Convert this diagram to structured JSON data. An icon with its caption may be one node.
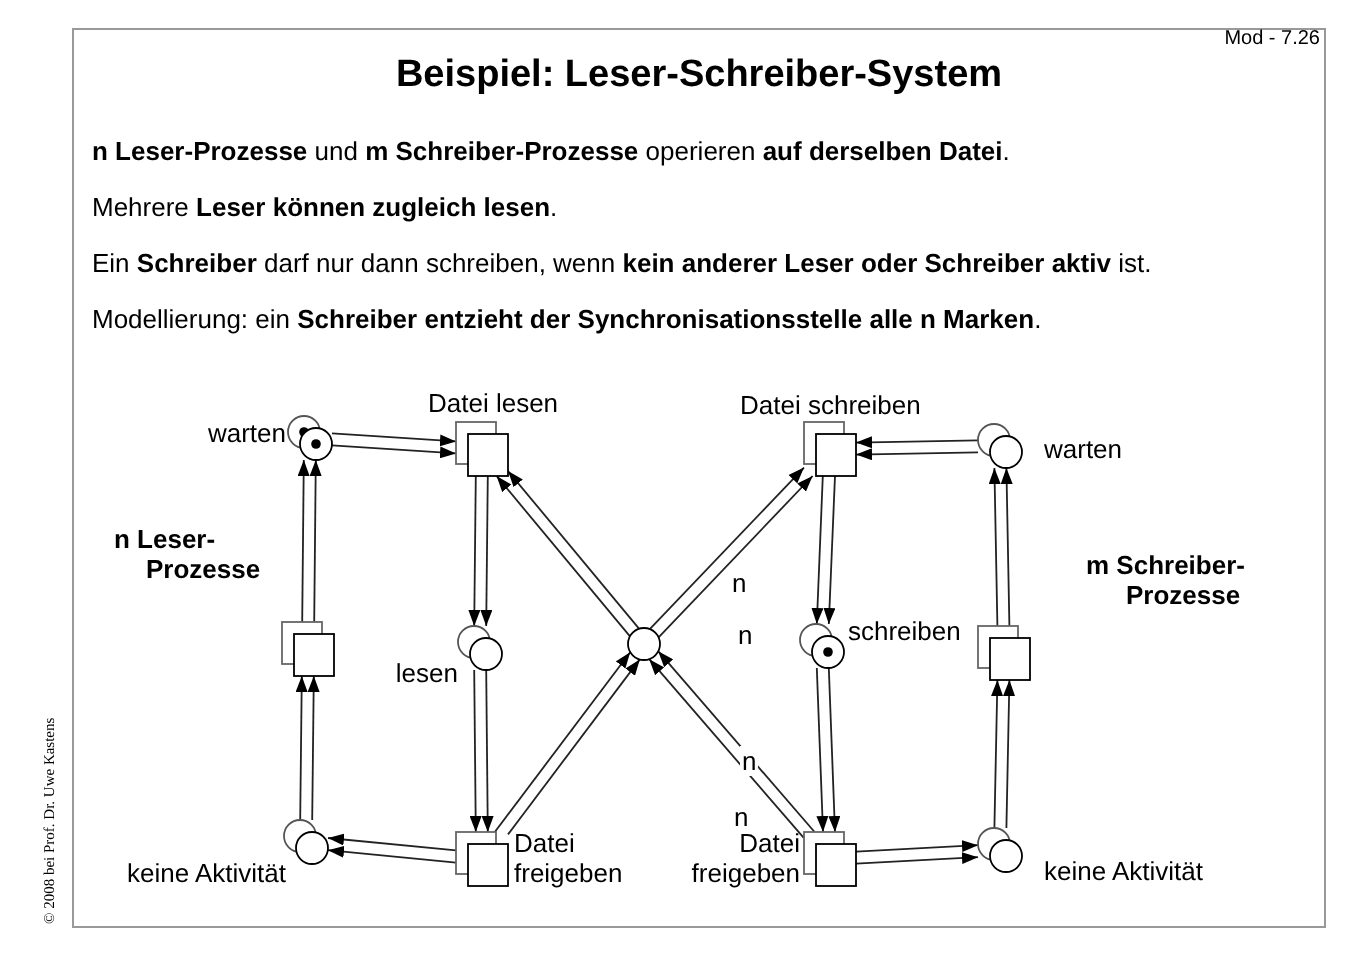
{
  "diagram": {
    "title": "Beispiel: Leser-Schreiber-System",
    "nodes": [
      {
        "text": [
          "warten"
        ]
      },
      {
        "text": [
          "Datei lesen"
        ]
      },
      {
        "text": [
          "lesen"
        ]
      },
      {
        "text": [
          "Datei freigeben"
        ]
      },
      {
        "text": [
          "keine Aktivität"
        ]
      },
      {
        "text": [],
        "shape": "box"
      },
      {
        "text": [],
        "shape": "circle"
      },
      {
        "text": [
          "Datei schreiben"
        ]
      },
      {
        "text": [
          "warten"
        ]
      },
      {
        "text": [
          "schreiben"
        ]
      },
      {
        "text": [
          "Datei freigeben"
        ]
      },
      {
        "text": [
          "keine Aktivität"
        ]
      },
      {
        "text": [],
        "shape": "box"
      }
    ],
    "edges": [
      {
        "from": 0,
        "to": 1,
        "arrow": "to"
      },
      {
        "from": 0,
        "to": 1,
        "arrow": "to"
      },
      {
        "from": 1,
        "to": 2,
        "arrow": "to"
      },
      {
        "from": 1,
        "to": 2,
        "arrow": "to"
      },
      {
        "from": 2,
        "to": 3,
        "arrow": "to"
      },
      {
        "from": 2,
        "to": 3,
        "arrow": "to"
      },
      {
        "from": 3,
        "to": 4,
        "arrow": "to"
      },
      {
        "from": 3,
        "to": 4,
        "arrow": "to"
      },
      {
        "from": 4,
        "to": 5,
        "arrow": "to"
      },
      {
        "from": 4,
        "to": 5,
        "arrow": "to"
      },
      {
        "from": 5,
        "to": 0,
        "arrow": "to"
      },
      {
        "from": 5,
        "to": 0,
        "arrow": "to"
      },
      {
        "from": 6,
        "to": 1,
        "arrow": "to"
      },
      {
        "from": 6,
        "to": 1,
        "arrow": "to"
      },
      {
        "from": 3,
        "to": 6,
        "arrow": "to"
      },
      {
        "from": 3,
        "to": 6,
        "arrow": "to"
      },
      {
        "from": 8,
        "to": 7,
        "arrow": "to"
      },
      {
        "from": 8,
        "to": 7,
        "arrow": "to"
      },
      {
        "from": 7,
        "to": 9,
        "arrow": "to"
      },
      {
        "from": 7,
        "to": 9,
        "arrow": "to"
      },
      {
        "from": 9,
        "to": 10,
        "arrow": "to"
      },
      {
        "from": 9,
        "to": 10,
        "arrow": "to"
      },
      {
        "from": 10,
        "to": 11,
        "arrow": "to"
      },
      {
        "from": 10,
        "to": 11,
        "arrow": "to"
      },
      {
        "from": 11,
        "to": 12,
        "arrow": "to"
      },
      {
        "from": 11,
        "to": 12,
        "arrow": "to"
      },
      {
        "from": 12,
        "to": 8,
        "arrow": "to"
      },
      {
        "from": 12,
        "to": 8,
        "arrow": "to"
      },
      {
        "from": 6,
        "to": 7,
        "arrow": "to",
        "label": "n"
      },
      {
        "from": 6,
        "to": 7,
        "arrow": "to",
        "label": "n"
      },
      {
        "from": 10,
        "to": 6,
        "arrow": "to",
        "label": "n"
      },
      {
        "from": 10,
        "to": 6,
        "arrow": "to",
        "label": "n"
      }
    ],
    "labels": [
      "Mod - 7.26",
      "**n Leser-Prozesse** und **m Schreiber-Prozesse** operieren **auf derselben Datei**.",
      "Mehrere **Leser können zugleich lesen**.",
      "Ein **Schreiber** darf nur dann schreiben, wenn **kein anderer Leser oder Schreiber aktiv** ist.",
      "Modellierung: ein **Schreiber entzieht der Synchronisationsstelle alle n Marken**.",
      "n Leser-Prozesse",
      "m Schreiber-Prozesse",
      "© 2008 bei Prof. Dr. Uwe Kastens"
    ]
  }
}
